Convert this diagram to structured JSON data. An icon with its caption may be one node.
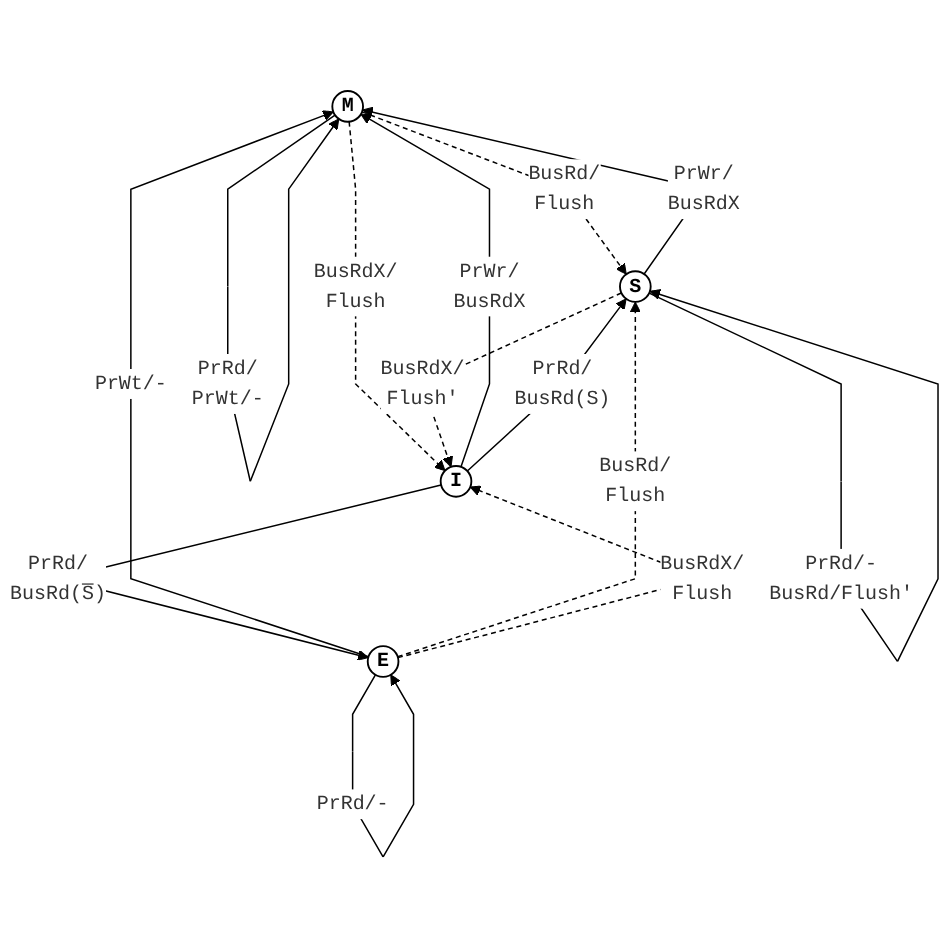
{
  "diagram": {
    "nodes": [
      {
        "text": [
          "M"
        ]
      },
      {
        "text": [
          "E"
        ]
      },
      {
        "text": [
          "S"
        ]
      },
      {
        "text": [
          "I"
        ]
      }
    ],
    "edges": [
      {
        "from": 0,
        "to": 0,
        "arrow": "to",
        "label": "PrRd/ PrWt/-"
      },
      {
        "from": 1,
        "to": 0,
        "arrow": "to",
        "label": "PrWt/-"
      },
      {
        "from": 2,
        "to": 0,
        "arrow": "to",
        "label": "PrWr/ BusRdX"
      },
      {
        "from": 3,
        "to": 0,
        "arrow": "to",
        "label": "PrWr/ BusRdX"
      },
      {
        "from": 3,
        "to": 1,
        "arrow": "to",
        "label": "PrRd/ BusRd(S̅)"
      },
      {
        "from": 1,
        "to": 1,
        "arrow": "to",
        "label": "PrRd/-"
      },
      {
        "from": 0,
        "to": 2,
        "arrow": "to",
        "label": "BusRd/ Flush",
        "style": "dashed"
      },
      {
        "from": 1,
        "to": 2,
        "arrow": "to",
        "label": "BusRd/ Flush",
        "style": "dashed"
      },
      {
        "from": 3,
        "to": 2,
        "arrow": "to",
        "label": "PrRd/ BusRd(S)"
      },
      {
        "from": 2,
        "to": 2,
        "arrow": "to",
        "label": "PrRd/- BusRd/Flush'"
      },
      {
        "from": 0,
        "to": 3,
        "arrow": "to",
        "label": "BusRdX/ Flush",
        "style": "dashed"
      },
      {
        "from": 1,
        "to": 3,
        "arrow": "to",
        "label": "BusRdX/ Flush",
        "style": "dashed"
      },
      {
        "from": 2,
        "to": 3,
        "arrow": "to",
        "label": "BusRdX/ Flush'",
        "style": "dashed"
      }
    ]
  }
}
